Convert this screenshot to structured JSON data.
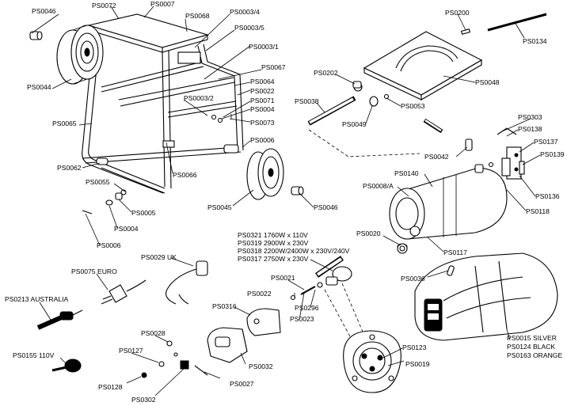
{
  "labels": {
    "ps0046a": "PS0046",
    "ps0072": "PS0072",
    "ps0007": "PS0007",
    "ps0068": "PS0068",
    "ps0003_4": "PS0003/4",
    "ps0003_5": "PS0003/5",
    "ps0003_1": "PS0003/1",
    "ps0067": "PS0067",
    "ps0064": "PS0064",
    "ps0022": "PS0022",
    "ps0071": "PS0071",
    "ps0003_2": "PS0003/2",
    "ps0004a": "PS0004",
    "ps0073": "PS0073",
    "ps0044": "PS0044",
    "ps0065": "PS0065",
    "ps0062": "PS0062",
    "ps0066": "PS0066",
    "ps0006a": "PS0006",
    "ps0055": "PS0055",
    "ps0005": "PS0005",
    "ps0004b": "PS0004",
    "ps0006b": "PS0006",
    "ps0045": "PS0045",
    "ps0046b": "PS0046",
    "ps0200": "PS0200",
    "ps0134": "PS0134",
    "ps0048": "PS0048",
    "ps0202": "PS0202",
    "ps0038": "PS0038",
    "ps0053": "PS0053",
    "ps0049": "PS0049",
    "ps0303": "PS0303",
    "ps0138": "PS0138",
    "ps0137": "PS0137",
    "ps0139": "PS0139",
    "ps0042": "PS0042",
    "ps0140": "PS0140",
    "ps0008a": "PS0008/A",
    "ps0136": "PS0136",
    "ps0118": "PS0118",
    "ps0020": "PS0020",
    "ps0117": "PS0117",
    "ps0321": "PS0321 1760W x 110V",
    "ps0319": "PS0319 2900W x 230V",
    "ps0318": "PS0318 2200W/2400W x 230V/240V",
    "ps0317": "PS0317 2750W x 230V",
    "ps0029uk": "PS0029 UK",
    "ps0075euro": "PS0075 EURO",
    "ps0213": "PS0213 AUSTRALIA",
    "ps0021": "PS0021",
    "ps0022b": "PS0022",
    "ps0296": "PS0296",
    "ps0023": "PS0023",
    "ps0036": "PS0036",
    "ps0316": "PS0316",
    "ps0028": "PS0028",
    "ps0127": "PS0127",
    "ps0155": "PS0155 110V",
    "ps0128": "PS0128",
    "ps0302": "PS0302",
    "ps0032": "PS0032",
    "ps0027": "PS0027",
    "ps0123": "PS0123",
    "ps0019": "PS0019",
    "ps0015": "PS0015 SILVER",
    "ps0124": "PS0124 BLACK",
    "ps0163": "PS0163 ORANGE"
  }
}
